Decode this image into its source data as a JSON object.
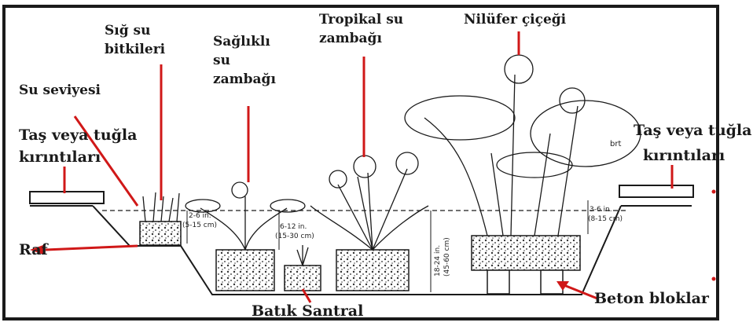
{
  "labels": {
    "sig_su_1": "Sığ su",
    "sig_su_2": "bitkileri",
    "saglikli_1": "Sağlıklı",
    "saglikli_2": "su",
    "saglikli_3": "zambağı",
    "tropikal_1": "Tropikal su",
    "tropikal_2": "zambağı",
    "nilufer": "Nilüfer çiçeği",
    "su_seviyesi": "Su seviyesi",
    "tas_left_1": "Taş veya tuğla",
    "tas_left_2": "kırıntıları",
    "tas_right_1": "Taş veya tuğla",
    "tas_right_2": "kırıntıları",
    "raf": "Raf",
    "batik_santral": "Batık Santral",
    "beton_bloklar": "Beton bloklar",
    "brt": "brt"
  },
  "dimensions": {
    "left_depth": "2-6 in.",
    "left_depth_cm": "(5-15 cm)",
    "mid_depth": "6-12 in.",
    "mid_depth_cm": "(15-30 cm)",
    "deep_depth": "18-24 in.",
    "deep_depth_cm": "(45-60 cm)",
    "right_depth": "3-6 in.",
    "right_depth_cm": "(8-15 cm)"
  },
  "colors": {
    "leader": "#d01818",
    "ink": "#1a1a1a"
  }
}
